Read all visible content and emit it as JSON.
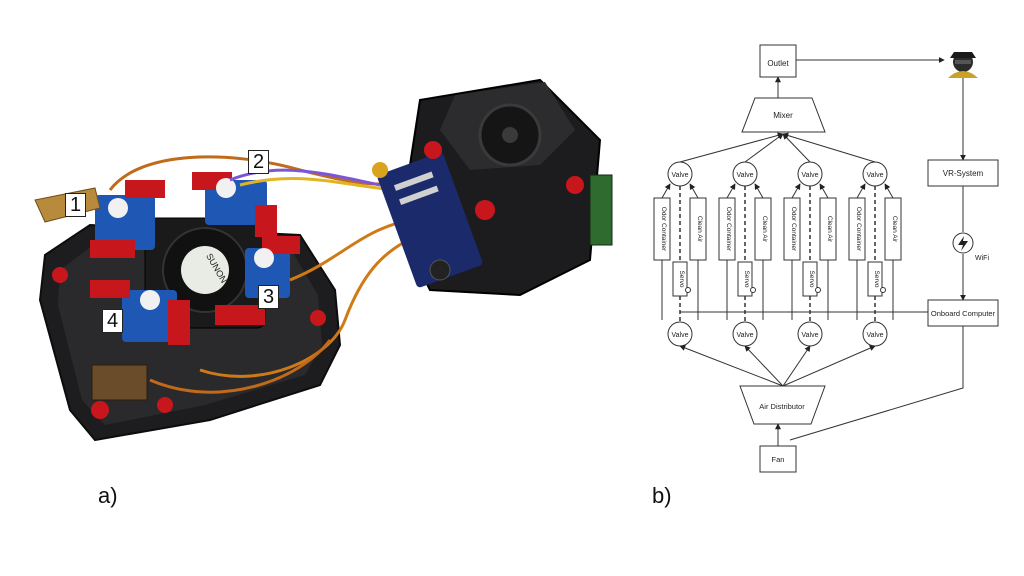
{
  "panels": {
    "a_label": "a)",
    "b_label": "b)"
  },
  "photo": {
    "callouts": [
      "1",
      "2",
      "3",
      "4"
    ],
    "fan_brand": "SUNON"
  },
  "diagram": {
    "outlet": "Outlet",
    "mixer": "Mixer",
    "vr_system": "VR-System",
    "wifi": "WiFi",
    "onboard_computer": "Onboard Computer",
    "air_distributor": "Air Distributor",
    "fan": "Fan",
    "valve": "Valve",
    "odor_container": "Odor Container",
    "clean_air": "Clean Air",
    "servo": "Servo",
    "user_icon": "spy-user-icon",
    "wifi_icon": "lightning-wifi-icon"
  }
}
